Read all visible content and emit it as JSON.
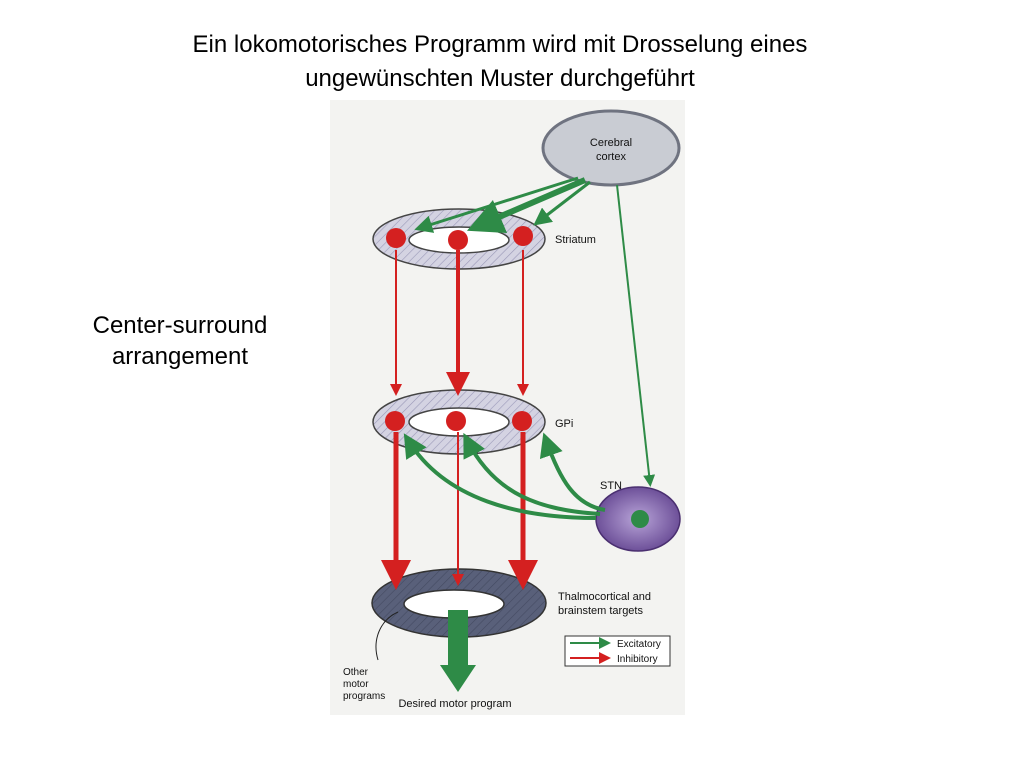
{
  "slide": {
    "title_line1": "Ein lokomotorisches Programm wird mit Drosselung eines",
    "title_line2": "ungewünschten Muster durchgeführt",
    "caption_line1": "Center-surround",
    "caption_line2": "arrangement"
  },
  "diagram": {
    "cortex_line1": "Cerebral",
    "cortex_line2": "cortex",
    "striatum": "Striatum",
    "gpi": "GPi",
    "stn": "STN",
    "thalamo_line1": "Thalmocortical and",
    "thalamo_line2": "brainstem targets",
    "other_line1": "Other",
    "other_line2": "motor",
    "other_line3": "programs",
    "desired": "Desired motor program",
    "legend_excitatory": "Excitatory",
    "legend_inhibitory": "Inhibitory"
  },
  "colors": {
    "excitatory": "#2e8b47",
    "inhibitory": "#d42020",
    "cortex_fill": "#c9ccd3",
    "ring_fill": "#d4d3e2",
    "thalamus_fill": "#59607a",
    "stn_fill": "#7a5aa8"
  }
}
